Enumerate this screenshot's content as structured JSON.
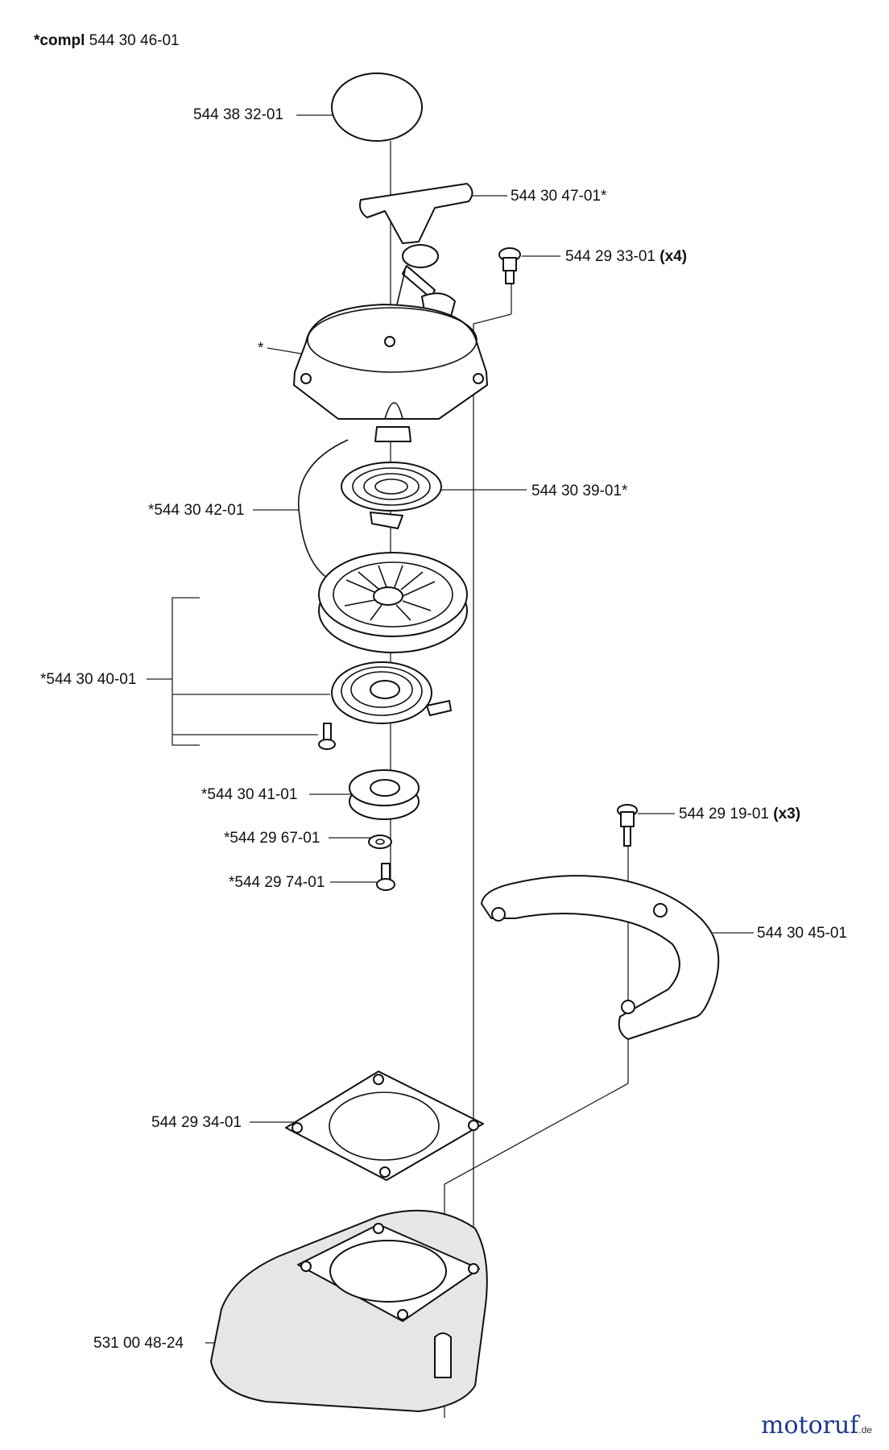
{
  "header": {
    "prefix": "*compl",
    "number": "544 30 46-01"
  },
  "labels": [
    {
      "id": "cover-disc",
      "text": "544 38 32-01",
      "suffix": ""
    },
    {
      "id": "handle",
      "text": "544 30 47-01*",
      "suffix": ""
    },
    {
      "id": "screw-top",
      "text": "544 29 33-01",
      "suffix": "(x4)"
    },
    {
      "id": "housing",
      "text": "*",
      "suffix": ""
    },
    {
      "id": "spring-top",
      "text": "544 30 39-01*",
      "suffix": ""
    },
    {
      "id": "rope",
      "text": "*544 30 42-01",
      "suffix": ""
    },
    {
      "id": "pulley-assembly",
      "text": "*544 30 40-01",
      "suffix": ""
    },
    {
      "id": "hub",
      "text": "*544 30 41-01",
      "suffix": ""
    },
    {
      "id": "washer",
      "text": "*544 29 67-01",
      "suffix": ""
    },
    {
      "id": "screw-center",
      "text": "*544 29 74-01",
      "suffix": ""
    },
    {
      "id": "screw-right",
      "text": "544 29 19-01",
      "suffix": "(x3)"
    },
    {
      "id": "bracket",
      "text": "544 30 45-01",
      "suffix": ""
    },
    {
      "id": "gasket",
      "text": "544 29 34-01",
      "suffix": ""
    },
    {
      "id": "fan-cover",
      "text": "531 00 48-24",
      "suffix": ""
    }
  ],
  "logo": {
    "name": "motoruf",
    "tld": ".de"
  }
}
